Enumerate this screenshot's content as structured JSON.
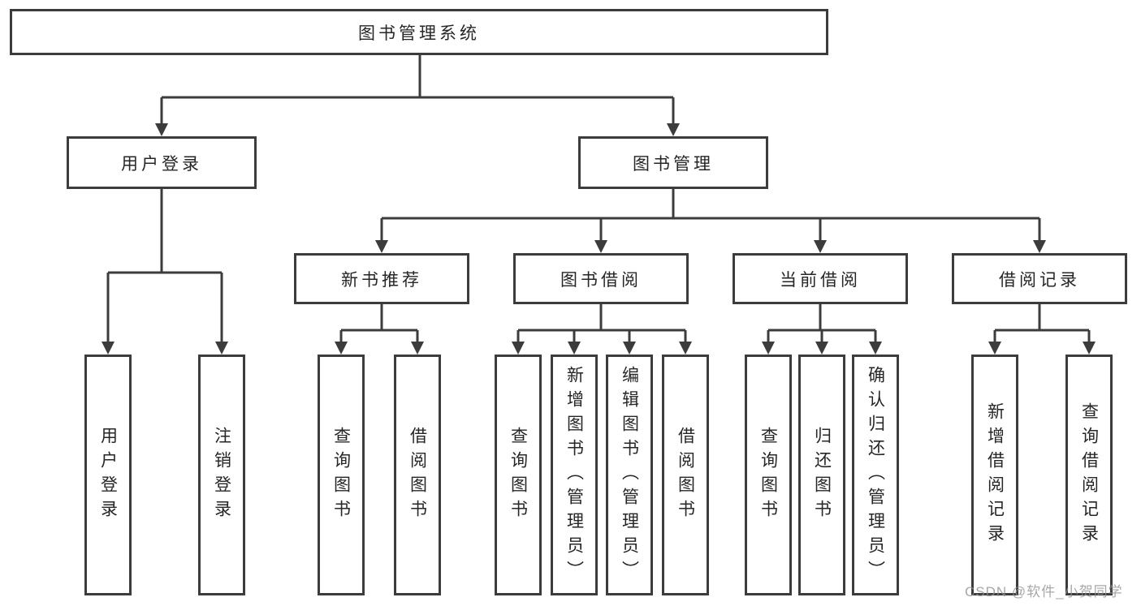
{
  "diagram_title": "图书管理系统",
  "nodes": {
    "root": "图书管理系统",
    "level2": {
      "login": "用户登录",
      "manage": "图书管理"
    },
    "level3": {
      "recommend": "新书推荐",
      "borrow": "图书借阅",
      "current": "当前借阅",
      "records": "借阅记录"
    },
    "leaves": {
      "login": [
        "用户登录",
        "注销登录"
      ],
      "recommend": [
        "查询图书",
        "借阅图书"
      ],
      "borrow": [
        "查询图书",
        "新增图书（管理员）",
        "编辑图书（管理员）",
        "借阅图书"
      ],
      "current": [
        "查询图书",
        "归还图书",
        "确认归还（管理员）"
      ],
      "records": [
        "新增借阅记录",
        "查询借阅记录"
      ]
    }
  },
  "edges": [
    {
      "from": "图书管理系统",
      "to": "用户登录"
    },
    {
      "from": "图书管理系统",
      "to": "图书管理"
    },
    {
      "from": "用户登录",
      "to": "用户登录"
    },
    {
      "from": "用户登录",
      "to": "注销登录"
    },
    {
      "from": "图书管理",
      "to": "新书推荐"
    },
    {
      "from": "图书管理",
      "to": "图书借阅"
    },
    {
      "from": "图书管理",
      "to": "当前借阅"
    },
    {
      "from": "图书管理",
      "to": "借阅记录"
    },
    {
      "from": "新书推荐",
      "to": "查询图书"
    },
    {
      "from": "新书推荐",
      "to": "借阅图书"
    },
    {
      "from": "图书借阅",
      "to": "查询图书"
    },
    {
      "from": "图书借阅",
      "to": "新增图书（管理员）"
    },
    {
      "from": "图书借阅",
      "to": "编辑图书（管理员）"
    },
    {
      "from": "图书借阅",
      "to": "借阅图书"
    },
    {
      "from": "当前借阅",
      "to": "查询图书"
    },
    {
      "from": "当前借阅",
      "to": "归还图书"
    },
    {
      "from": "当前借阅",
      "to": "确认归还（管理员）"
    },
    {
      "from": "借阅记录",
      "to": "新增借阅记录"
    },
    {
      "from": "借阅记录",
      "to": "查询借阅记录"
    }
  ],
  "colors": {
    "line": "#3c3c3c",
    "text": "#262626",
    "background": "#ffffff",
    "watermark_text": "#919191"
  },
  "watermark": "CSDN @软件_小贺同学"
}
